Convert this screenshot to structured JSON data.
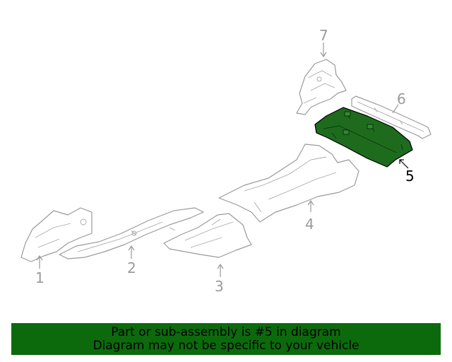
{
  "diagram": {
    "parts": [
      {
        "number": "1"
      },
      {
        "number": "2"
      },
      {
        "number": "3"
      },
      {
        "number": "4"
      },
      {
        "number": "5",
        "highlighted": true
      },
      {
        "number": "6"
      },
      {
        "number": "7"
      }
    ],
    "highlight_color": "#1e6b1e",
    "line_color": "#9a9a9a"
  },
  "banner": {
    "line1": "Part or sub-assembly is #5 in diagram",
    "line2": "Diagram may not be specific to your vehicle",
    "color": "#0c6a0c"
  }
}
